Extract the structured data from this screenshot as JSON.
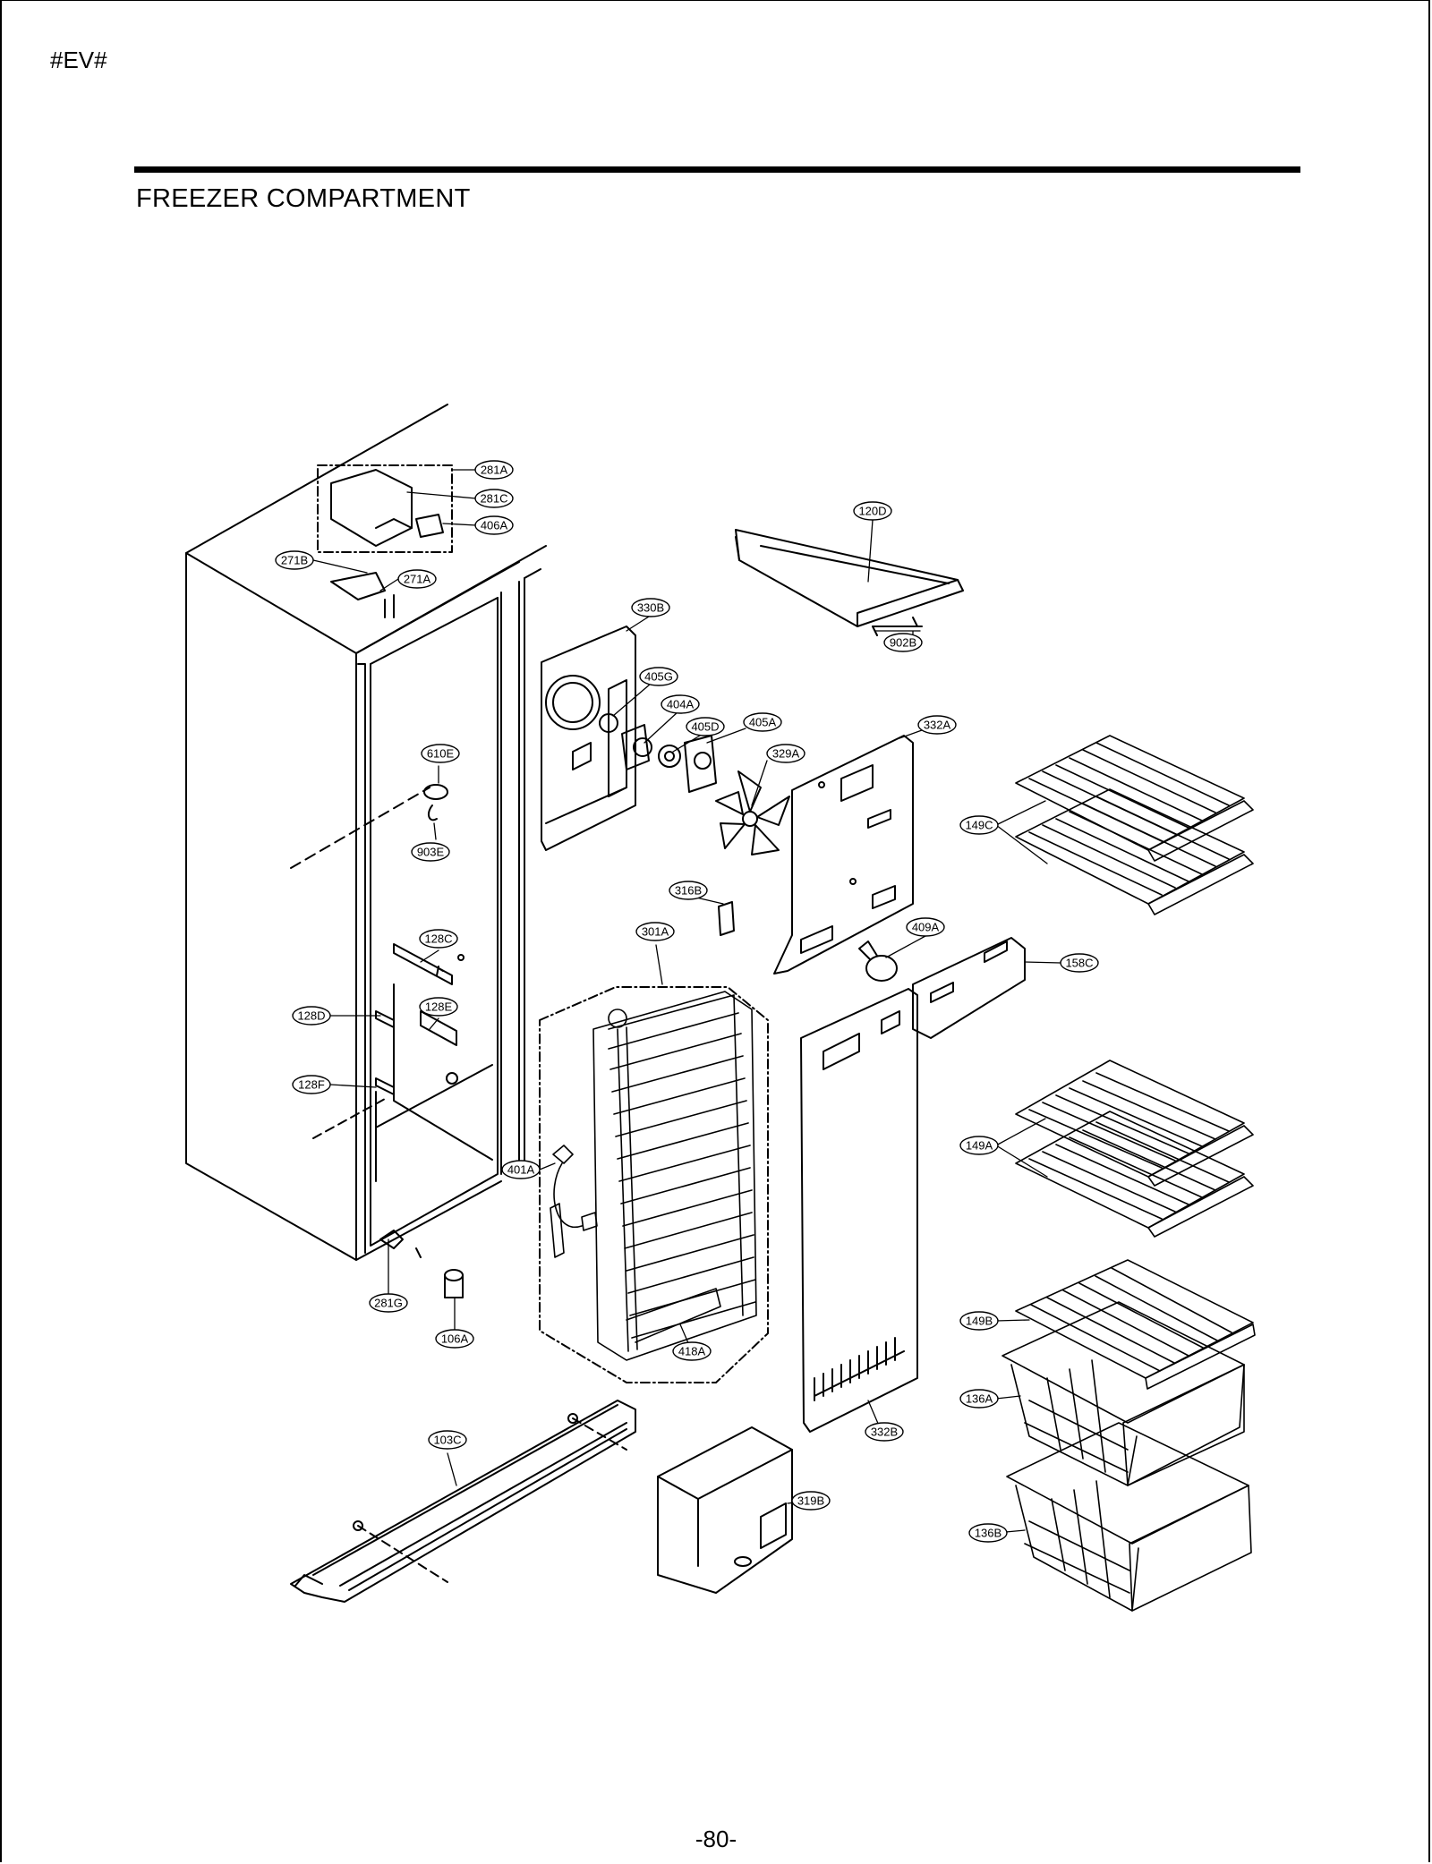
{
  "header": {
    "code": "#EV#",
    "title": "FREEZER COMPARTMENT"
  },
  "footer": {
    "page_number": "-80-"
  },
  "part_labels": [
    "281A",
    "281C",
    "406A",
    "271B",
    "271A",
    "120D",
    "902B",
    "330B",
    "405G",
    "404A",
    "405D",
    "405A",
    "332A",
    "329A",
    "610E",
    "903E",
    "149C",
    "316B",
    "301A",
    "409A",
    "158C",
    "128C",
    "128D",
    "128E",
    "128F",
    "149A",
    "401A",
    "281G",
    "106A",
    "418A",
    "149B",
    "136A",
    "332B",
    "103C",
    "319B",
    "136B"
  ]
}
